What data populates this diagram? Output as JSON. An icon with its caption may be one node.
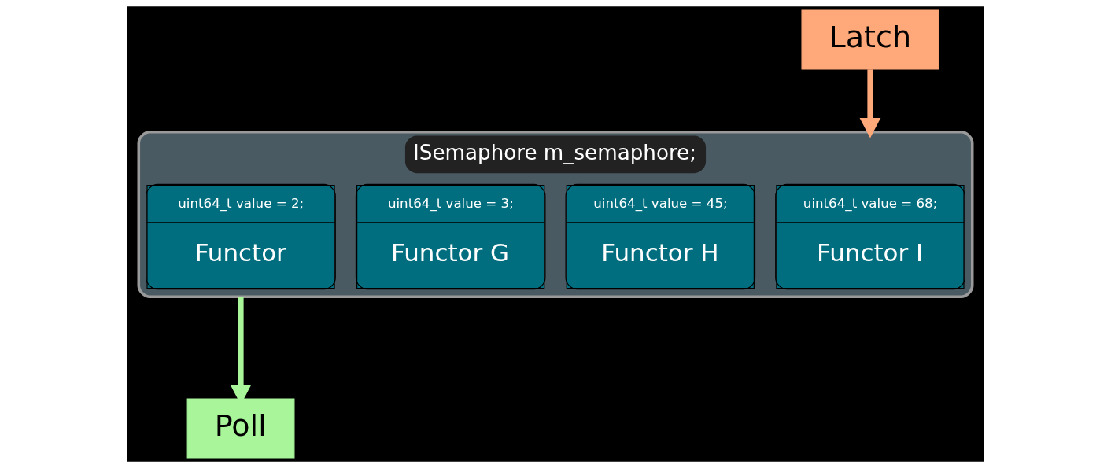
{
  "diagram": {
    "nodes": [
      {
        "text": [
          "Latch"
        ]
      },
      {
        "text": [
          "ISemaphore m_semaphore;"
        ]
      },
      {
        "text": [
          "uint64_t value = 68;",
          "Functor I"
        ],
        "in": 1
      },
      {
        "text": [
          "uint64_t value = 45;",
          "Functor H"
        ],
        "in": 1
      },
      {
        "text": [
          "uint64_t value = 3;",
          "Functor G"
        ],
        "in": 1
      },
      {
        "text": [
          "uint64_t value = 2;",
          "Functor"
        ],
        "in": 1
      },
      {
        "text": [
          "Poll"
        ]
      }
    ],
    "edges": [
      {
        "from": 0,
        "to": 1,
        "arrow": "to",
        "color": "#ffa87a"
      },
      {
        "from": 1,
        "to": 6,
        "arrow": "to",
        "color": "#a8f59a"
      }
    ]
  }
}
